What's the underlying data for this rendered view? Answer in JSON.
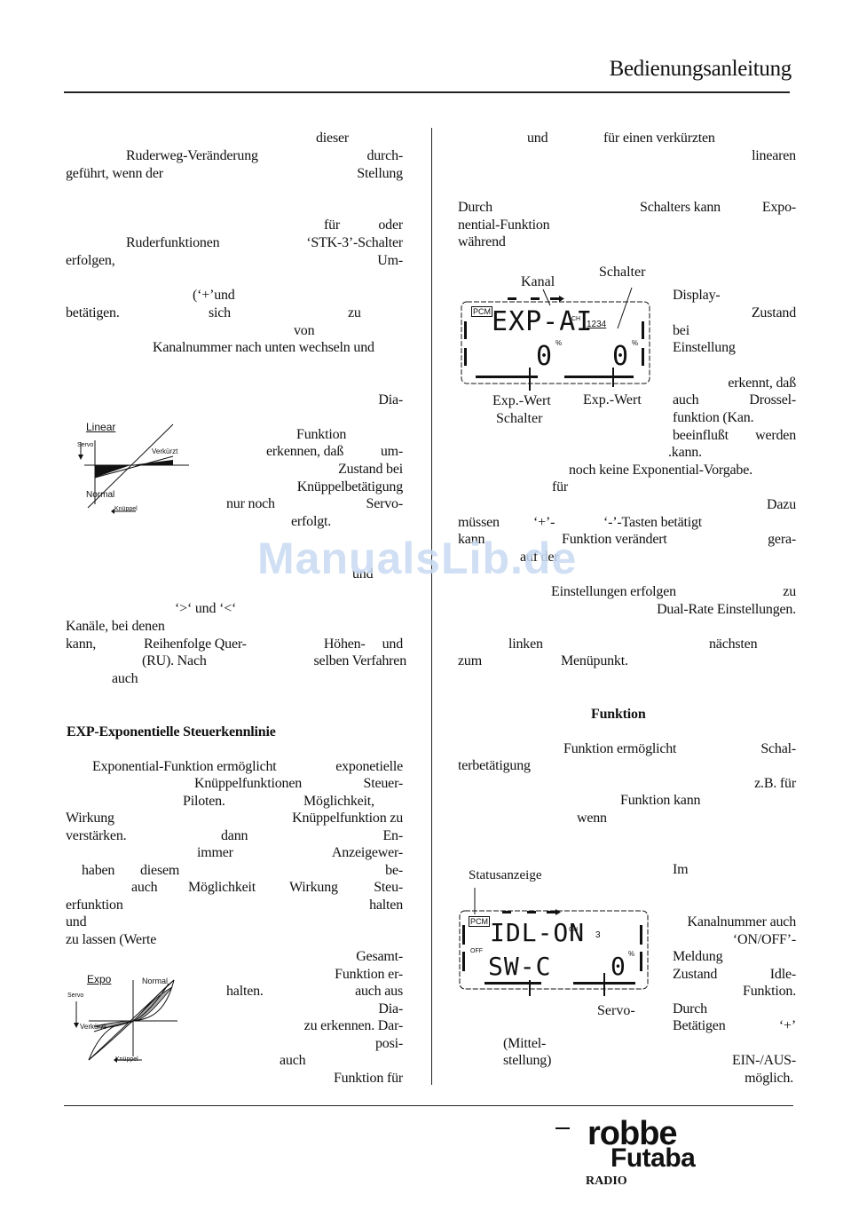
{
  "header": {
    "title": "Bedienungsanleitung"
  },
  "left_column": {
    "lines": [
      {
        "l": "",
        "c": "dieser",
        "r": ""
      },
      {
        "l": "Ruderweg-Veränderung",
        "c": "",
        "r": "durch-"
      },
      {
        "l": "geführt, wenn der",
        "c": "",
        "r": "Stellung"
      },
      {
        "l": "",
        "c": "für",
        "r": "oder"
      },
      {
        "l": "Ruderfunktionen",
        "c": "",
        "r": "‘STK-3’-Schalter"
      },
      {
        "l": "erfolgen,",
        "c": "",
        "r": "Um-"
      },
      {
        "l": "",
        "c": "(‘+’und",
        "r": ""
      },
      {
        "l": "betätigen.",
        "c": "sich",
        "r": "zu"
      },
      {
        "l": "",
        "c": "von",
        "r": ""
      },
      {
        "l": "",
        "c": "Kanalnummer nach unten wechseln und",
        "r": ""
      },
      {
        "l": "",
        "c": "",
        "r": "Dia-"
      },
      {
        "l": "",
        "c": "Funktion",
        "r": ""
      },
      {
        "l": "",
        "c": "erkennen, daß",
        "r": "um-"
      },
      {
        "l": "",
        "c": "",
        "r": "Zustand bei"
      },
      {
        "l": "",
        "c": "",
        "r": "Knüppelbetätigung"
      },
      {
        "l": "",
        "c": "nur noch",
        "r": "Servo-"
      },
      {
        "l": "",
        "c": "erfolgt.",
        "r": ""
      },
      {
        "l": "",
        "c": "und",
        "r": ""
      },
      {
        "l": "",
        "c": "‘>‘ und ‘<‘",
        "r": ""
      },
      {
        "l": "Kanäle, bei denen",
        "c": "",
        "r": ""
      },
      {
        "l": "kann,",
        "c": "Reihenfolge Quer-",
        "r": "Höhen-     und"
      },
      {
        "l": "",
        "c": "(RU). Nach",
        "r": "selben Verfahren"
      },
      {
        "l": "",
        "c": "auch",
        "r": ""
      }
    ],
    "section_heading": "EXP-Exponentielle Steuerkennlinie",
    "exp_lines": [
      "Exponential-Funktion ermöglicht",
      "exponetielle",
      "Knüppelfunktionen",
      "Steuer-",
      "Piloten.",
      "Möglichkeit,",
      "Wirkung",
      "Knüppelfunktion zu",
      "verstärken.",
      "dann",
      "En-",
      "immer",
      "Anzeigewer-",
      "haben",
      "diesem",
      "be-",
      "auch",
      "Möglichkeit",
      "Wirkung",
      "Steu-",
      "erfunktion",
      "halten",
      "und",
      "zu lassen (Werte",
      "Gesamt-",
      "Funktion er-",
      "halten.",
      "auch aus",
      "Dia-",
      "zu erkennen. Dar-",
      "posi-",
      "auch",
      "Funktion für"
    ]
  },
  "diagram_linear": {
    "title": "Linear",
    "servo": "Servo",
    "verkuerzt": "Verkürzt",
    "normal": "Normal",
    "knueppel": "Knüppel"
  },
  "diagram_expo": {
    "title": "Expo",
    "servo": "Servo",
    "normal": "Normal",
    "verkuerzt": "Verkürzt",
    "knueppel": "Knüppel"
  },
  "right_column": {
    "lines": [
      "und",
      "für einen verkürzten",
      "linearen",
      "Durch",
      "Schalters kann",
      "Expo-",
      "nential-Funktion",
      "während",
      "Display-",
      "Zustand",
      "bei",
      "Einstellung",
      "erkennt, daß",
      "auch",
      "Drossel-",
      "funktion (Kan.",
      "beeinflußt",
      "werden",
      ".kann.",
      "noch keine Exponential-Vorgabe.",
      "für",
      "Dazu",
      "müssen",
      "‘+’-",
      "‘-’-Tasten betätigt",
      "kann",
      "Funktion verändert",
      "gera-",
      "auf der",
      "Einstellungen erfolgen",
      "zu",
      "Dual-Rate Einstellungen.",
      "linken",
      "nächsten",
      "zum",
      "Menüpunkt.",
      "Funktion",
      "Funktion ermöglicht",
      "Schal-",
      "terbetätigung",
      "z.B. für",
      "Funktion kann",
      "wenn",
      "Im",
      "Kanalnummer auch",
      "‘ON/OFF’-",
      "Meldung",
      "Zustand",
      "Idle-",
      "Funktion.",
      "Durch",
      "Betätigen",
      "‘+’",
      "EIN-/AUS-",
      "möglich.",
      "(Mittel-",
      "stellung)"
    ]
  },
  "lcd1": {
    "pcm": "PCM",
    "main": "EXP-AI",
    "ch": "CH",
    "switches": "1234",
    "left_value": "0",
    "right_value": "0",
    "pct": "%",
    "label_kanal": "Kanal",
    "label_schalter_top": "Schalter",
    "label_expwert1": "Exp.-Wert",
    "label_schalter_bottom": "Schalter",
    "label_expwert2": "Exp.-Wert"
  },
  "lcd2": {
    "pcm": "PCM",
    "main": "IDL-ON",
    "ch": "CH",
    "channel": "3",
    "off": "OFF",
    "sub": "SW-C",
    "value": "0",
    "pct": "%",
    "label_status": "Statusanzeige",
    "label_servo": "Servo-"
  },
  "watermark": "ManualsLib.de",
  "logo": {
    "line1": "robbe",
    "line2": "Futaba",
    "line3": "RADIO"
  }
}
